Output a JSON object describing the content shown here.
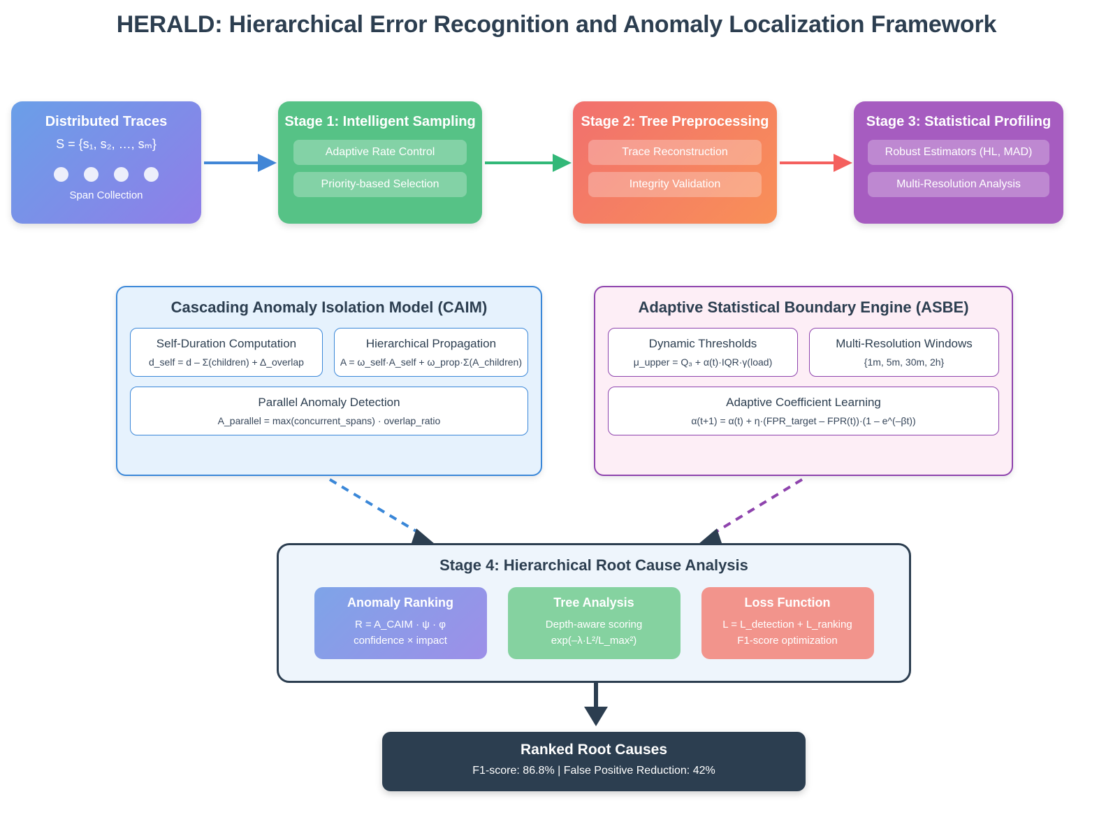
{
  "title": "HERALD: Hierarchical Error Recognition and Anomaly Localization Framework",
  "colors": {
    "navy": "#2c3e50",
    "blue_arrow": "#4186d6",
    "green_arrow": "#32b878",
    "red_arrow": "#f4605e",
    "caim_border": "#3a87d8",
    "caim_fill": "#e6f2fd",
    "asbe_border": "#8e43ad",
    "asbe_fill": "#fdeef6"
  },
  "pipeline": {
    "traces": {
      "title": "Distributed Traces",
      "formula_prefix": "S = {s",
      "formula": "S = {s₁, s₂, …, sₘ}",
      "caption": "Span Collection",
      "dot_count": 4
    },
    "stage1": {
      "title": "Stage 1: Intelligent Sampling",
      "items": [
        "Adaptive Rate Control",
        "Priority-based Selection"
      ]
    },
    "stage2": {
      "title": "Stage 2: Tree Preprocessing",
      "items": [
        "Trace Reconstruction",
        "Integrity Validation"
      ]
    },
    "stage3": {
      "title": "Stage 3: Statistical Profiling",
      "items": [
        "Robust Estimators (HL, MAD)",
        "Multi-Resolution Analysis"
      ]
    },
    "arrows": [
      {
        "name": "arrow-traces-to-stage1",
        "color": "#4186d6"
      },
      {
        "name": "arrow-stage1-to-stage2",
        "color": "#32b878"
      },
      {
        "name": "arrow-stage2-to-stage3",
        "color": "#f4605e"
      }
    ]
  },
  "modules": {
    "caim": {
      "title": "Cascading Anomaly Isolation Model (CAIM)",
      "cards": [
        {
          "title": "Self-Duration Computation",
          "formula": "d_self = d – Σ(children) + Δ_overlap"
        },
        {
          "title": "Hierarchical Propagation",
          "formula": "A = ω_self·A_self + ω_prop·Σ(A_children)"
        },
        {
          "title": "Parallel Anomaly Detection",
          "formula": "A_parallel = max(concurrent_spans) · overlap_ratio"
        }
      ]
    },
    "asbe": {
      "title": "Adaptive Statistical Boundary Engine (ASBE)",
      "cards": [
        {
          "title": "Dynamic Thresholds",
          "formula": "μ_upper = Q₃ + α(t)·IQR·γ(load)"
        },
        {
          "title": "Multi-Resolution Windows",
          "formula": "{1m, 5m, 30m, 2h}"
        },
        {
          "title": "Adaptive Coefficient Learning",
          "formula": "α(t+1) = α(t) + η·(FPR_target – FPR(t))·(1 – e^(–βt))"
        }
      ]
    }
  },
  "stage4": {
    "title": "Stage 4: Hierarchical Root Cause Analysis",
    "cards": [
      {
        "title": "Anomaly Ranking",
        "line1": "R = A_CAIM · ψ · φ",
        "line2": "confidence × impact"
      },
      {
        "title": "Tree Analysis",
        "line1": "Depth-aware scoring",
        "line2": "exp(–λ·L²/L_max²)"
      },
      {
        "title": "Loss Function",
        "line1": "L = L_detection + L_ranking",
        "line2": "F1-score optimization"
      }
    ]
  },
  "final": {
    "title": "Ranked Root Causes",
    "metrics": "F1-score: 86.8% | False Positive Reduction: 42%"
  }
}
